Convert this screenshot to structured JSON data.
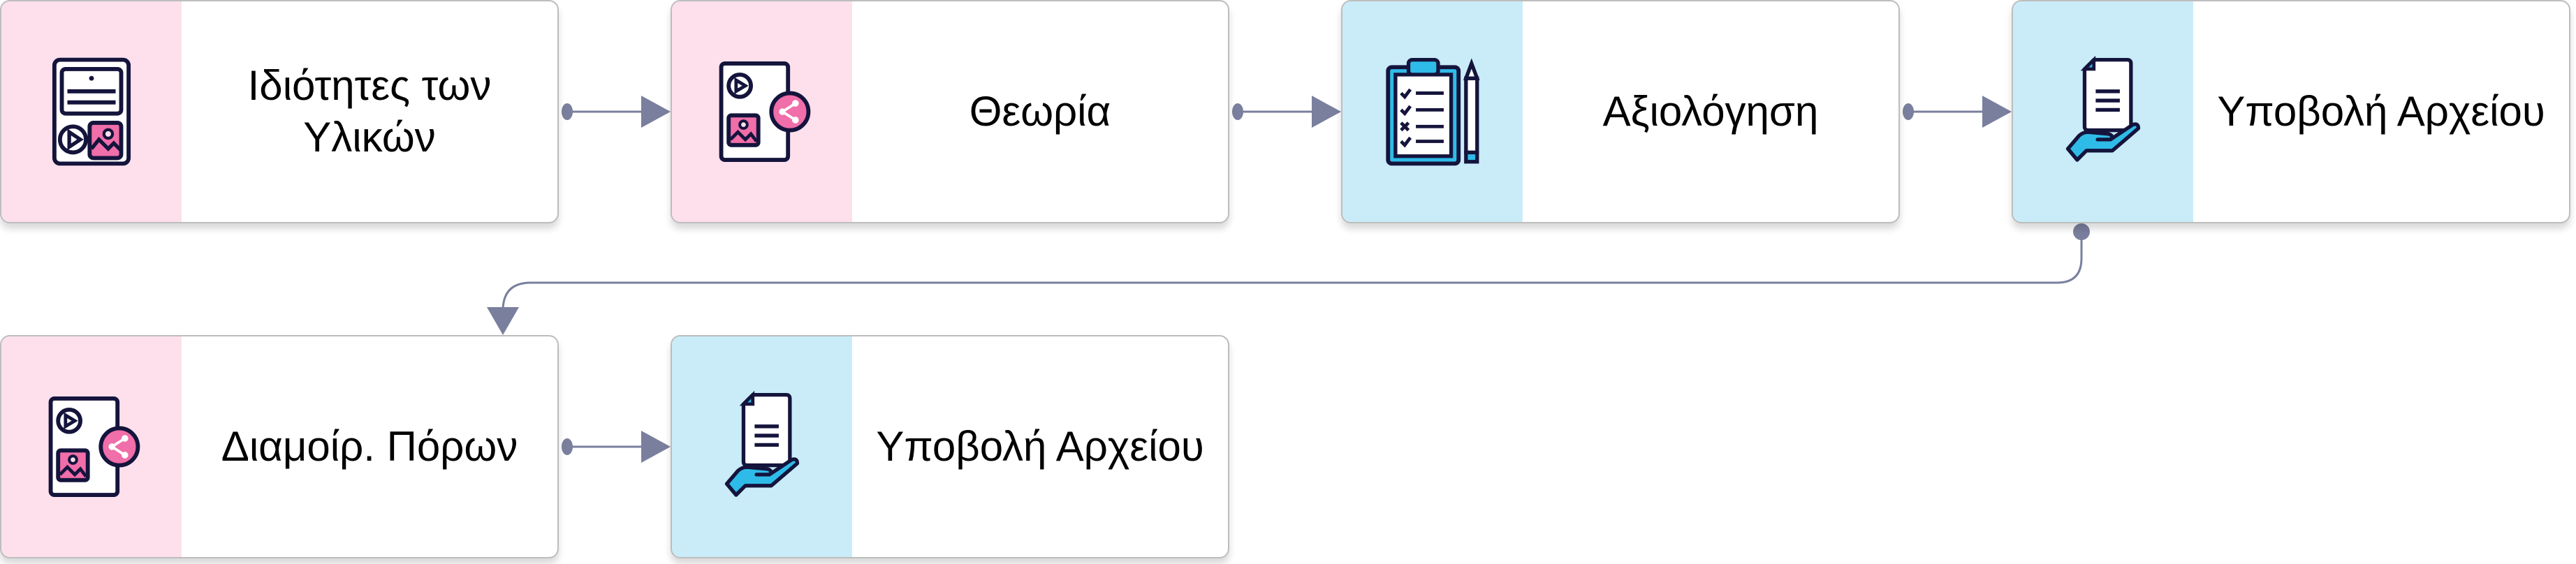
{
  "colors": {
    "pink_panel": "#fde0ec",
    "blue_panel": "#c9ecf8",
    "navy": "#14143c",
    "pink_accent": "#f06ea9",
    "blue_accent": "#2fbbe8",
    "connector": "#7a7f9e"
  },
  "steps": [
    {
      "label": "Ιδιότητες των Υλικών",
      "icon": "media-content-icon",
      "theme": "pink"
    },
    {
      "label": "Θεωρία",
      "icon": "media-share-icon",
      "theme": "pink"
    },
    {
      "label": "Αξιολόγηση",
      "icon": "clipboard-checklist-icon",
      "theme": "blue"
    },
    {
      "label": "Υποβολή Αρχείου",
      "icon": "file-submit-icon",
      "theme": "blue"
    },
    {
      "label": "Διαμοίρ. Πόρων",
      "icon": "media-share-icon",
      "theme": "pink"
    },
    {
      "label": "Υποβολή Αρχείου",
      "icon": "file-submit-icon",
      "theme": "blue"
    }
  ]
}
